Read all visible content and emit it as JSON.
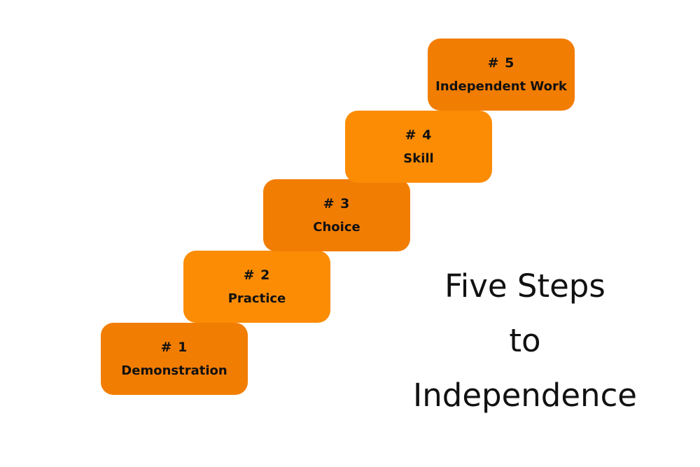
{
  "colors": {
    "step_dark": "#F27D03",
    "step_light": "#FB8C04"
  },
  "steps": [
    {
      "number": "# 1",
      "label": "Demonstration",
      "color": "#F27D03"
    },
    {
      "number": "# 2",
      "label": "Practice",
      "color": "#FB8C04"
    },
    {
      "number": "# 3",
      "label": "Choice",
      "color": "#F27D03"
    },
    {
      "number": "# 4",
      "label": "Skill",
      "color": "#FB8C04"
    },
    {
      "number": "# 5",
      "label": "Independent Work",
      "color": "#F27D03"
    }
  ],
  "title": {
    "line1": "Five Steps",
    "line2": "to",
    "line3": "Independence"
  }
}
